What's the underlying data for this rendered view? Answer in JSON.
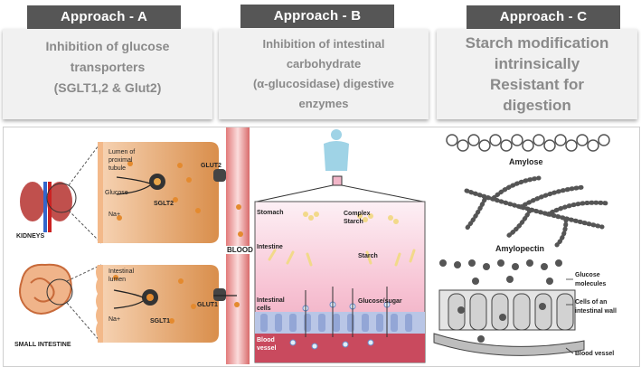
{
  "approaches": [
    {
      "title": "Approach - A",
      "lines": [
        "Inhibition of glucose",
        "transporters",
        "(SGLT1,2 & Glut2)"
      ]
    },
    {
      "title": "Approach - B",
      "lines": [
        "Inhibition of intestinal",
        "carbohydrate",
        "(α-glucosidase) digestive",
        "enzymes"
      ]
    },
    {
      "title": "Approach - C",
      "lines": [
        "Starch modification",
        "intrinsically",
        "Resistant for",
        "digestion"
      ]
    }
  ],
  "panel_a": {
    "kidney_labels": {
      "lumen": "Lumen of proximal tubule",
      "glucose": "Glucose",
      "sodium": "Na+",
      "transporter": "SGLT2",
      "glut": "GLUT2",
      "organ": "KIDNEYS"
    },
    "intestine_labels": {
      "lumen": "Intestinal lumen",
      "sodium": "Na+",
      "transporter": "SGLT1",
      "glut": "GLUT1",
      "organ": "SMALL INTESTINE"
    },
    "blood": "BLOOD"
  },
  "panel_b": {
    "stomach": "Stomach",
    "complex_starch": "Complex Starch",
    "intestine": "Intestine",
    "starch": "Starch",
    "cells": "Intestinal cells",
    "glucose_sugar": "Glucose/sugar",
    "blood_vessel": "Blood vessel"
  },
  "panel_c": {
    "amylose": "Amylose",
    "amylopectin": "Amylopectin",
    "glucose_molecules": "Glucose molecules",
    "cells": "Cells of an intestinal wall",
    "blood_vessel": "Blood vessel"
  },
  "colors": {
    "header_bg": "#565656",
    "desc_text": "#8a8a8a",
    "panel_bg": "#f1f1f1"
  }
}
